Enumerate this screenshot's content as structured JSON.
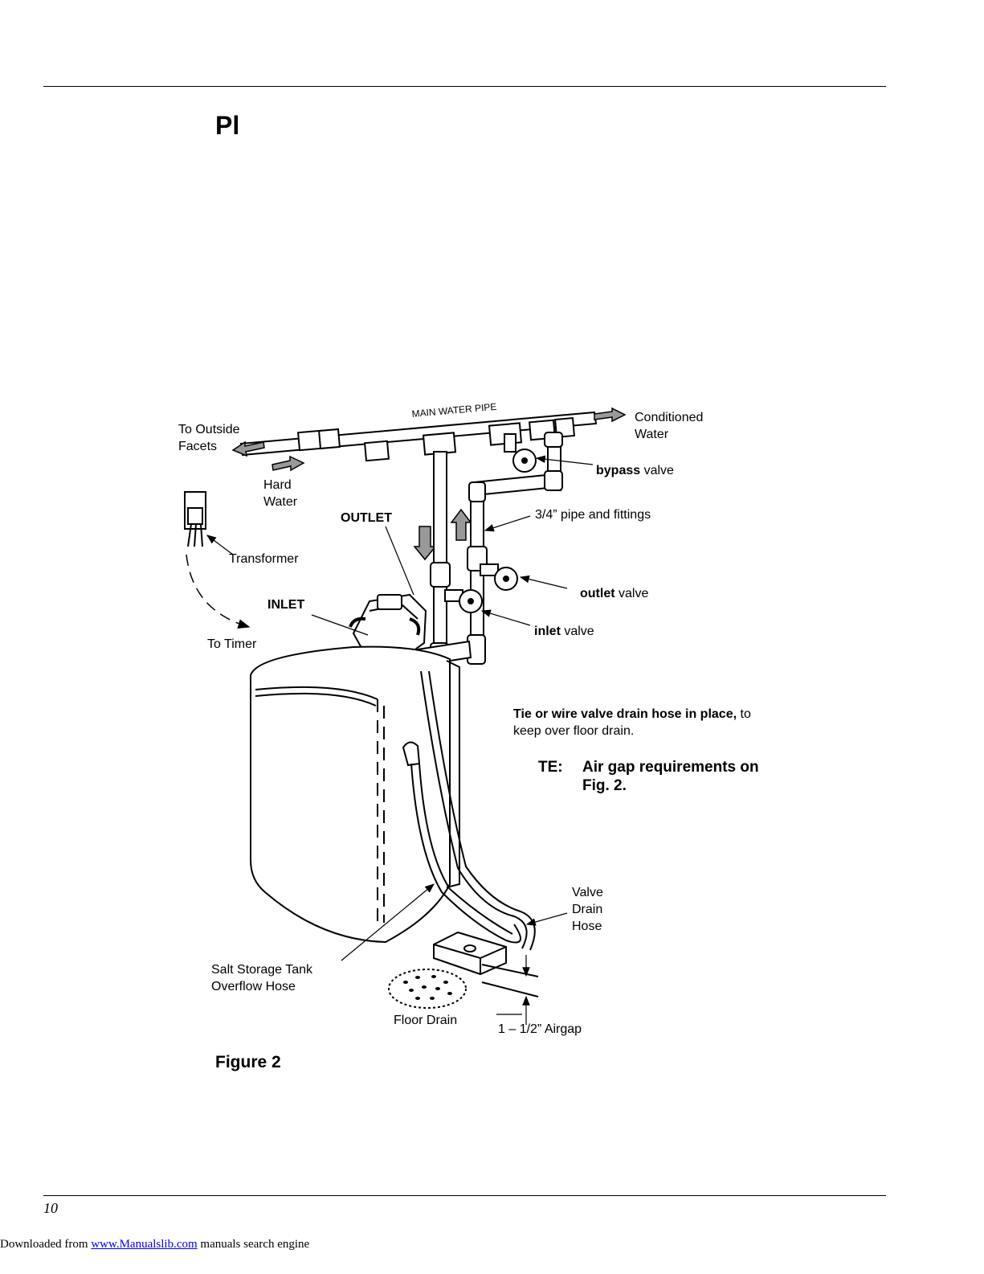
{
  "page": {
    "heading": "Pl",
    "page_number": "10",
    "figure_caption": "Figure 2"
  },
  "diagram": {
    "main_pipe": "MAIN WATER PIPE",
    "to_outside_1": "To Outside",
    "to_outside_2": "Facets",
    "conditioned_1": "Conditioned",
    "conditioned_2": "Water",
    "hard_1": "Hard",
    "hard_2": "Water",
    "bypass_bold": "bypass",
    "bypass_rest": " valve",
    "pipe_fittings": "3/4” pipe and fittings",
    "outlet": "OUTLET",
    "transformer": "Transformer",
    "inlet": "INLET",
    "outlet_valve_bold": "outlet",
    "outlet_valve_rest": " valve",
    "inlet_valve_bold": "inlet",
    "inlet_valve_rest": " valve",
    "to_timer": "To Timer",
    "tie_bold": "Tie or wire valve drain hose in place,",
    "tie_rest": " to",
    "tie_line2": "keep over floor drain.",
    "note_prefix": "TE:",
    "note_line1": "Air gap requirements on",
    "note_line2": "Fig. 2.",
    "valve_1": "Valve",
    "valve_2": "Drain",
    "valve_3": "Hose",
    "salt_1": "Salt Storage Tank",
    "salt_2": "Overflow Hose",
    "floor_drain": "Floor Drain",
    "airgap": "1 – 1/2” Airgap"
  },
  "footer": {
    "prefix": "Downloaded from ",
    "link": "www.Manualslib.com",
    "suffix": "  manuals search engine"
  }
}
